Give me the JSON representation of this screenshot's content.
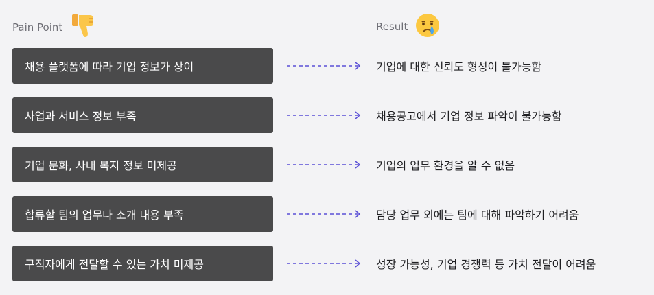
{
  "header": {
    "pain_label": "Pain Point",
    "result_label": "Result",
    "pain_emoji": "thumbs-down-icon",
    "result_emoji": "crying-face-icon"
  },
  "colors": {
    "row_bg": "#4a4a4b",
    "arrow": "#5b4fd6",
    "page_bg": "#f3f3f5"
  },
  "rows": [
    {
      "pain": "채용 플랫폼에 따라 기업 정보가 상이",
      "result": "기업에 대한 신뢰도 형성이 불가능함"
    },
    {
      "pain": "사업과 서비스 정보 부족",
      "result": "채용공고에서 기업 정보 파악이 불가능함"
    },
    {
      "pain": "기업 문화, 사내 복지 정보 미제공",
      "result": "기업의 업무 환경을 알 수 없음"
    },
    {
      "pain": "합류할 팀의 업무나 소개 내용 부족",
      "result": "담당 업무 외에는 팀에 대해 파악하기 어려움"
    },
    {
      "pain": "구직자에게 전달할 수 있는 가치 미제공",
      "result": "성장 가능성, 기업 경쟁력 등 가치 전달이 어려움"
    }
  ]
}
